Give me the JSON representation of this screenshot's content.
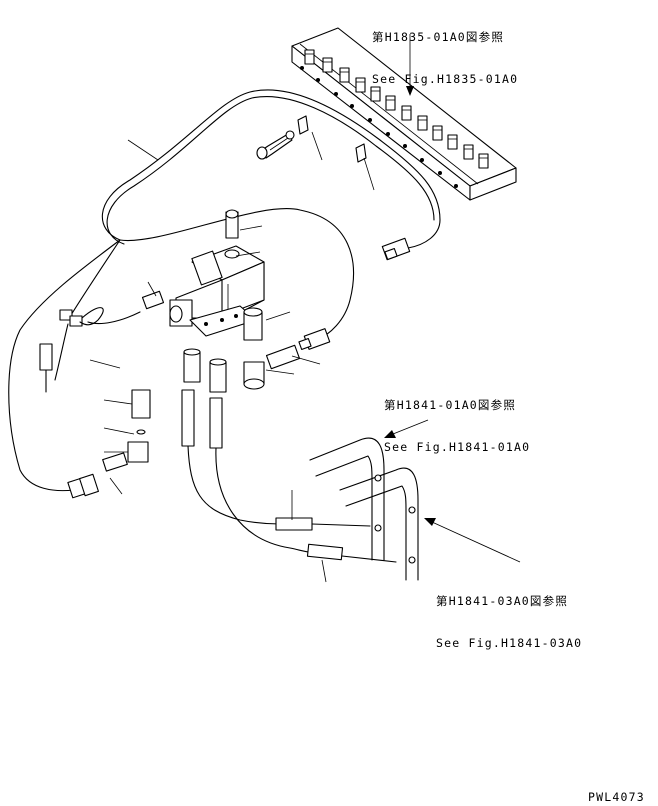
{
  "references": {
    "r1835": {
      "line1": "第H1835-01A0図参照",
      "line2": "See Fig.H1835-01A0"
    },
    "r1841_01": {
      "line1": "第H1841-01A0図参照",
      "line2": "See Fig.H1841-01A0"
    },
    "r1841_03": {
      "line1": "第H1841-03A0図参照",
      "line2": "See Fig.H1841-03A0"
    }
  },
  "drawing_number": "PWL4073"
}
